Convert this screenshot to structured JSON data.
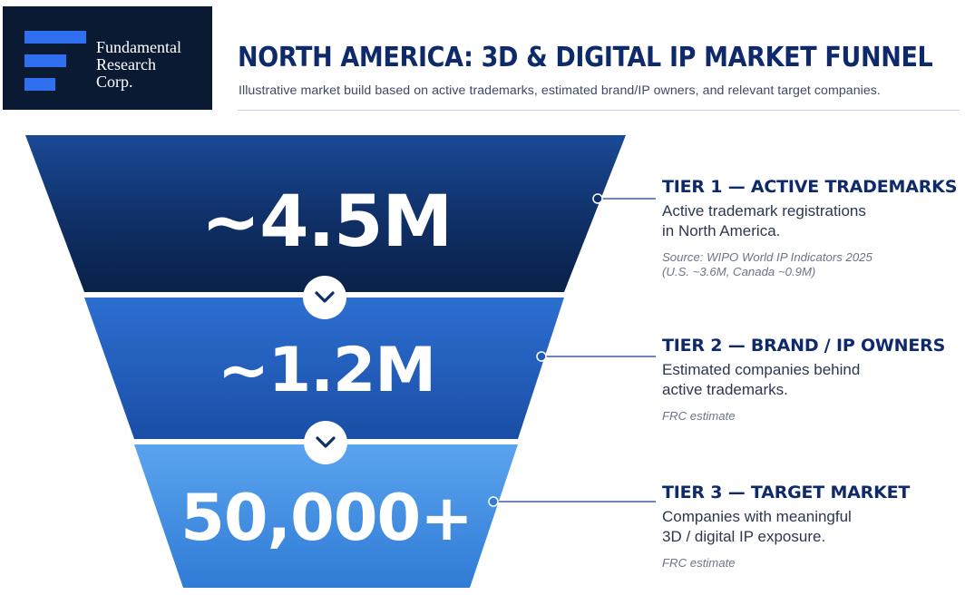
{
  "brand": {
    "name_lines": [
      "Fundamental",
      "Research",
      "Corp."
    ],
    "colors": {
      "panel": "#0b1a33",
      "accent": "#2f6ff0"
    }
  },
  "header": {
    "title": "NORTH AMERICA: 3D & DIGITAL IP MARKET FUNNEL",
    "subtitle": "Illustrative market build based on active trademarks, estimated brand/IP owners, and relevant target companies."
  },
  "tiers": [
    {
      "value": "~4.5M",
      "heading": "TIER 1 — ACTIVE TRADEMARKS",
      "description_lines": [
        "Active trademark registrations",
        "in North America."
      ],
      "source_lines": [
        "Source: WIPO World IP Indicators 2025",
        "(U.S. ~3.6M, Canada ~0.9M)"
      ],
      "color": "#0f2f66"
    },
    {
      "value": "~1.2M",
      "heading": "TIER 2 — BRAND / IP OWNERS",
      "description_lines": [
        "Estimated companies behind",
        "active trademarks."
      ],
      "source_lines": [
        "FRC estimate"
      ],
      "color": "#1f5cb8"
    },
    {
      "value": "50,000+",
      "heading": "TIER 3 — TARGET MARKET",
      "description_lines": [
        "Companies with meaningful",
        "3D / digital IP exposure."
      ],
      "source_lines": [
        "FRC estimate"
      ],
      "color": "#3f8ee0"
    }
  ],
  "connector_icon": "chevron-down-icon"
}
